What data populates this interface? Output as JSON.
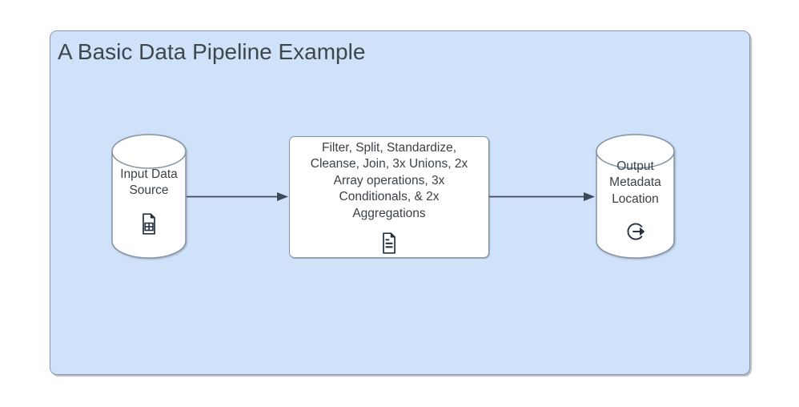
{
  "diagram": {
    "title": "A Basic Data Pipeline Example",
    "colors": {
      "container_fill": "#cfe2f9",
      "container_border": "#8b98ab",
      "shape_fill": "#ffffff",
      "shape_border": "#8593a5",
      "arrow_color": "#3e4a5c",
      "icon_color": "#22303f",
      "text_color": "#3a4147",
      "title_color": "#3f474d"
    },
    "nodes": [
      {
        "id": "input",
        "shape": "cylinder",
        "label": "Input Data Source",
        "icon": "data-file-icon"
      },
      {
        "id": "process",
        "shape": "rounded-rect",
        "label": "Filter, Split, Standardize, Cleanse, Join, 3x Unions, 2x Array operations, 3x Conditionals, & 2x Aggregations",
        "icon": "document-text-icon"
      },
      {
        "id": "output",
        "shape": "cylinder",
        "label": "Output Metadata Location",
        "icon": "export-icon"
      }
    ],
    "edges": [
      {
        "from": "input",
        "to": "process"
      },
      {
        "from": "process",
        "to": "output"
      }
    ]
  }
}
